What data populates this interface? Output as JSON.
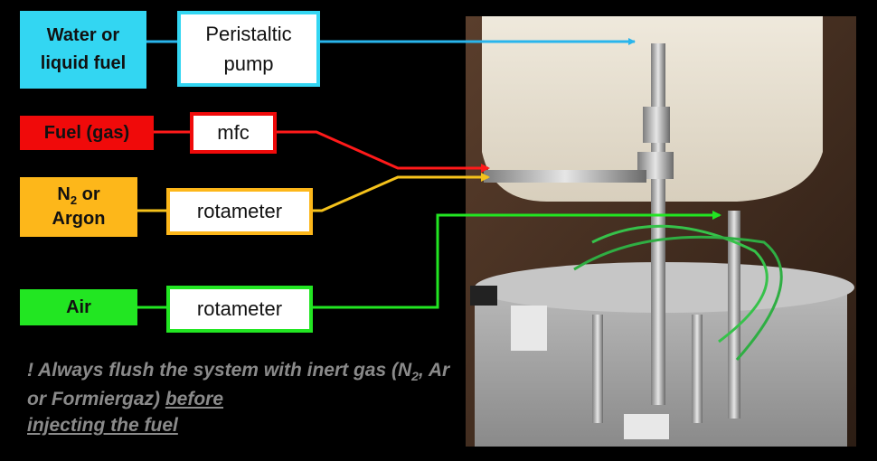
{
  "sources": {
    "water": {
      "line1": "Water or",
      "line2": "liquid fuel"
    },
    "fuel_gas": {
      "label": "Fuel (gas)"
    },
    "inert": {
      "line1_main": "N",
      "line1_sub": "2",
      "line1_tail": " or",
      "line2": "Argon"
    },
    "air": {
      "label": "Air"
    }
  },
  "devices": {
    "pump": {
      "line1": "Peristaltic",
      "line2": "pump"
    },
    "mfc": {
      "label": "mfc"
    },
    "rotameter_inert": {
      "label": "rotameter"
    },
    "rotameter_air": {
      "label": "rotameter"
    }
  },
  "note": {
    "part1": "! Always flush the system with inert gas (N",
    "sub": "2",
    "part2": ", Ar or Formiergaz) ",
    "underlined1": "before",
    "underlined2": "injecting the fuel"
  },
  "colors": {
    "cyan": "#33d6f2",
    "red": "#f00a0a",
    "amber": "#fdb71a",
    "green": "#22e622",
    "wire_cyan": "#29b5ec",
    "wire_red": "#ff1a1a",
    "wire_amber": "#f5c21b",
    "wire_green": "#22e622"
  }
}
